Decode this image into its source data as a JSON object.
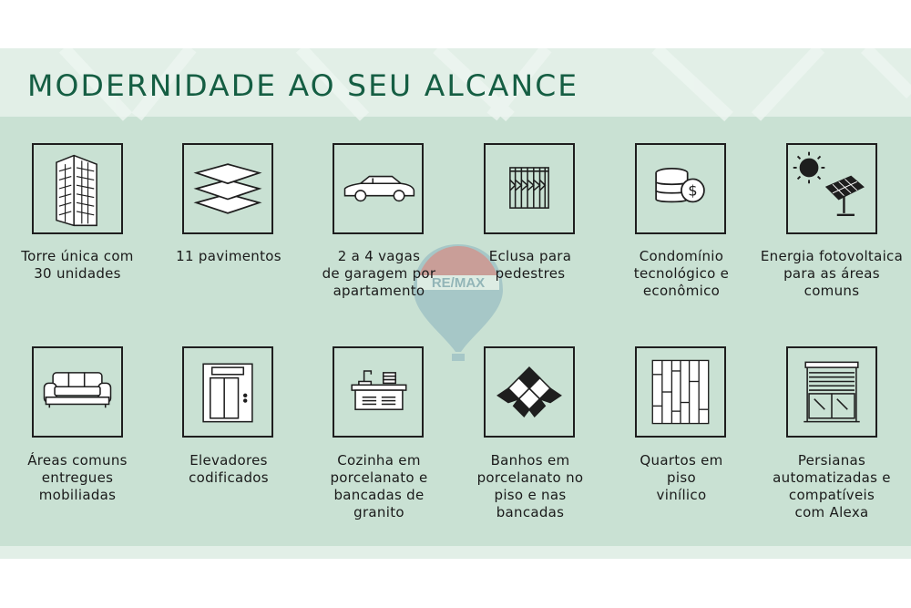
{
  "title": "MODERNIDADE AO SEU ALCANCE",
  "watermark": {
    "text": "RE/MAX"
  },
  "colors": {
    "title": "#155e43",
    "panel": "#c9e1d3",
    "band": "#e2efe7",
    "icon_stroke": "#1e1e1e"
  },
  "features": [
    {
      "icon": "building-icon",
      "lines": [
        "Torre única com",
        "30 unidades"
      ]
    },
    {
      "icon": "floors-icon",
      "lines": [
        "11 pavimentos"
      ]
    },
    {
      "icon": "car-icon",
      "lines": [
        "2 a 4 vagas",
        "de garagem por",
        "apartamento"
      ]
    },
    {
      "icon": "gate-icon",
      "lines": [
        "Eclusa para",
        "pedestres"
      ]
    },
    {
      "icon": "money-icon",
      "lines": [
        "Condomínio",
        "tecnológico e",
        "econômico"
      ]
    },
    {
      "icon": "solar-panel-icon",
      "lines": [
        "Energia fotovoltaica",
        "para as áreas",
        "comuns"
      ]
    },
    {
      "icon": "sofa-icon",
      "lines": [
        "Áreas comuns",
        "entregues",
        "mobiliadas"
      ]
    },
    {
      "icon": "elevator-icon",
      "lines": [
        "Elevadores",
        "codificados"
      ]
    },
    {
      "icon": "kitchen-icon",
      "lines": [
        "Cozinha em",
        "porcelanato e",
        "bancadas de",
        "granito"
      ]
    },
    {
      "icon": "tiles-icon",
      "lines": [
        "Banhos em",
        "porcelanato no",
        "piso e nas",
        "bancadas"
      ]
    },
    {
      "icon": "wood-floor-icon",
      "lines": [
        "Quartos em",
        "piso",
        "vinílico"
      ]
    },
    {
      "icon": "blinds-icon",
      "lines": [
        "Persianas",
        "automatizadas e",
        "compatíveis",
        "com Alexa"
      ]
    }
  ]
}
